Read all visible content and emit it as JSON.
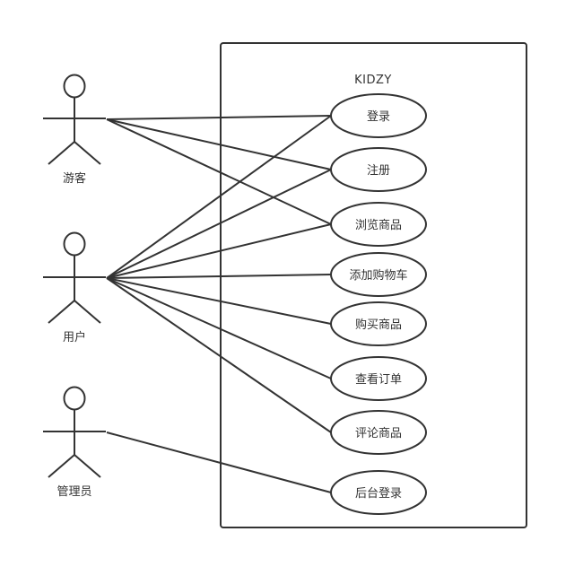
{
  "system": {
    "title": "KIDZY"
  },
  "actors": [
    {
      "id": "guest",
      "label": "游客"
    },
    {
      "id": "user",
      "label": "用户"
    },
    {
      "id": "admin",
      "label": "管理员"
    }
  ],
  "use_cases": [
    {
      "id": "login",
      "label": "登录"
    },
    {
      "id": "register",
      "label": "注册"
    },
    {
      "id": "browse",
      "label": "浏览商品"
    },
    {
      "id": "add_cart",
      "label": "添加购物车"
    },
    {
      "id": "buy",
      "label": "购买商品"
    },
    {
      "id": "view_orders",
      "label": "查看订单"
    },
    {
      "id": "review",
      "label": "评论商品"
    },
    {
      "id": "admin_login",
      "label": "后台登录"
    }
  ],
  "associations": [
    {
      "from": "guest",
      "to": "login"
    },
    {
      "from": "guest",
      "to": "register"
    },
    {
      "from": "guest",
      "to": "browse"
    },
    {
      "from": "user",
      "to": "login"
    },
    {
      "from": "user",
      "to": "register"
    },
    {
      "from": "user",
      "to": "browse"
    },
    {
      "from": "user",
      "to": "add_cart"
    },
    {
      "from": "user",
      "to": "buy"
    },
    {
      "from": "user",
      "to": "view_orders"
    },
    {
      "from": "user",
      "to": "review"
    },
    {
      "from": "admin",
      "to": "admin_login"
    }
  ],
  "colors": {
    "stroke": "#333333",
    "background": "#ffffff"
  }
}
